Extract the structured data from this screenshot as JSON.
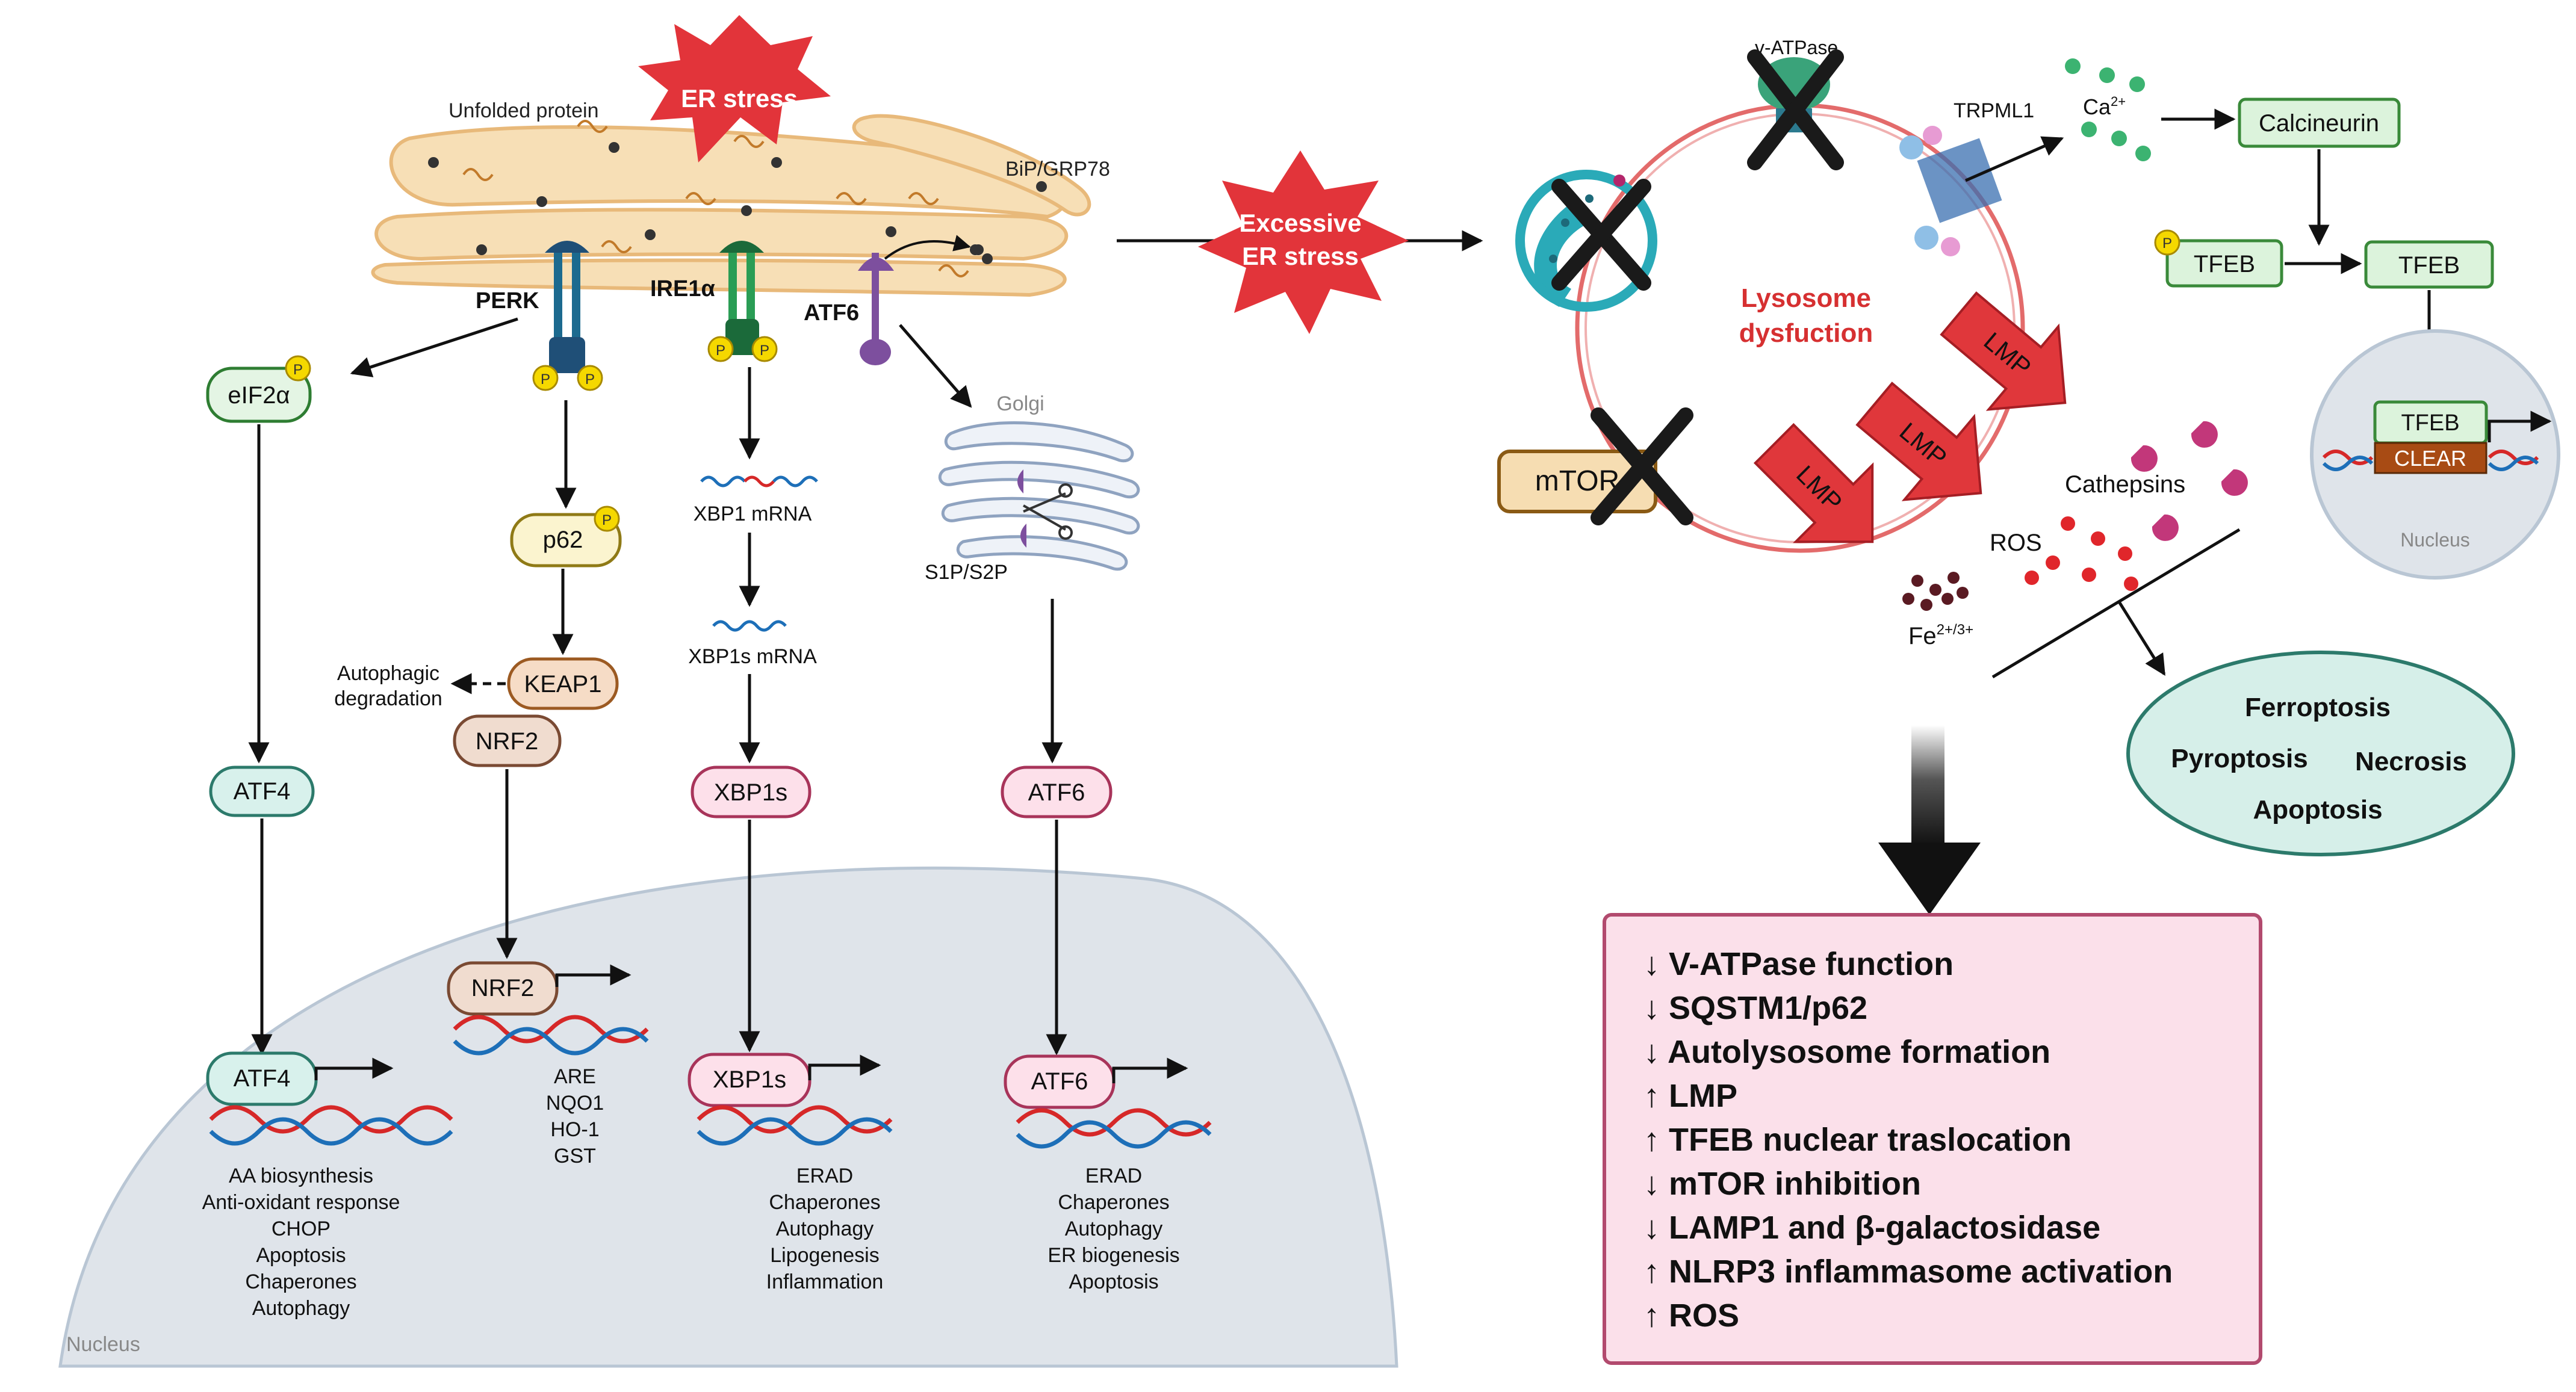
{
  "er": {
    "stress": "ER stress",
    "unfolded": "Unfolded protein",
    "bip": "BiP/GRP78",
    "excessive": [
      "Excessive",
      "ER stress"
    ]
  },
  "perk": {
    "label": "PERK",
    "eif2a": "eIF2α",
    "atf4": "ATF4",
    "p62": "p62",
    "keap1": "KEAP1",
    "nrf2": "NRF2",
    "autophagic": [
      "Autophagic",
      "degradation"
    ],
    "p": "P"
  },
  "ire1": {
    "label": "IRE1α",
    "xbp1_mrna": "XBP1 mRNA",
    "xbp1s_mrna": "XBP1s mRNA",
    "xbp1s": "XBP1s"
  },
  "atf6": {
    "label": "ATF6",
    "golgi": "Golgi",
    "s1p": "S1P/S2P",
    "atf6": "ATF6"
  },
  "nucleus": {
    "label": "Nucleus",
    "atf4_targets": [
      "AA biosynthesis",
      "Anti-oxidant response",
      "CHOP",
      "Apoptosis",
      "Chaperones",
      "Autophagy"
    ],
    "nrf2_targets": [
      "ARE",
      "NQO1",
      "HO-1",
      "GST"
    ],
    "xbp1s_targets": [
      "ERAD",
      "Chaperones",
      "Autophagy",
      "Lipogenesis",
      "Inflammation"
    ],
    "atf6_targets": [
      "ERAD",
      "Chaperones",
      "Autophagy",
      "ER biogenesis",
      "Apoptosis"
    ]
  },
  "lysosome": {
    "vatpase": "v-ATPase",
    "trpml1": "TRPML1",
    "ca": "Ca",
    "ca_sup": "2+",
    "dysfunction": [
      "Lysosome",
      "dysfuction"
    ],
    "mtor": "mTOR",
    "lmp": "LMP",
    "cathepsins": "Cathepsins",
    "ros": "ROS",
    "fe": "Fe",
    "fe_sup": "2+/3+"
  },
  "tfeb": {
    "calcineurin": "Calcineurin",
    "tfeb": "TFEB",
    "clear": "CLEAR",
    "nucleus": "Nucleus"
  },
  "death": {
    "ferroptosis": "Ferroptosis",
    "pyroptosis": "Pyroptosis",
    "necrosis": "Necrosis",
    "apoptosis": "Apoptosis"
  },
  "summary": [
    "↓ V-ATPase function",
    "↓ SQSTM1/p62",
    "↓ Autolysosome formation",
    "↑ LMP",
    "↑ TFEB nuclear traslocation",
    "↓ mTOR inhibition",
    "↓ LAMP1 and β-galactosidase",
    "↑ NLRP3 inflammasome activation",
    "↑ ROS"
  ],
  "colors": {
    "er_fill": "#f7dfb6",
    "er_stroke": "#e8b97a",
    "starburst": "#e2343a",
    "nucleus_fill": "#dfe4ea",
    "lmp_arrow": "#e0373b",
    "summary_fill": "#fbe0ea",
    "summary_stroke": "#b24a6e",
    "death_fill": "#d6efe9",
    "death_stroke": "#2c7a6b",
    "tfeb_fill": "#dcf3dc",
    "tfeb_stroke": "#3a8a3a"
  }
}
